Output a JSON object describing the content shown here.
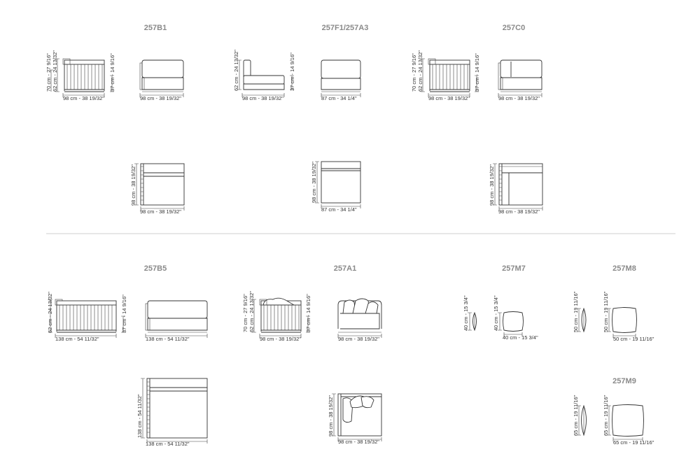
{
  "products": [
    {
      "id": "b1",
      "code": "257B1"
    },
    {
      "id": "f1",
      "code": "257F1/257A3"
    },
    {
      "id": "c0",
      "code": "257C0"
    },
    {
      "id": "b5",
      "code": "257B5"
    },
    {
      "id": "a1",
      "code": "257A1"
    },
    {
      "id": "m7",
      "code": "257M7"
    },
    {
      "id": "m8",
      "code": "257M8"
    },
    {
      "id": "m9",
      "code": "257M9"
    }
  ],
  "dims": {
    "d98": "98 cm - 38 19/32\"",
    "d87": "87 cm - 34 1/4\"",
    "d138": "138 cm - 54 11/32\"",
    "h70": "70 cm - 27 9/16\"",
    "h62": "62 cm - 24 13/32\"",
    "h37": "37 cm - 14 9/16\"",
    "h40": "40 cm - 15 3/4\"",
    "h50": "50 cm - 19 11/16\"",
    "h65": "65 cm - 19 11/16\"",
    "w40": "40 cm - 15 3/4\"",
    "w50": "50 cm - 19 11/16\"",
    "w65": "65 cm - 19 11/16\""
  }
}
